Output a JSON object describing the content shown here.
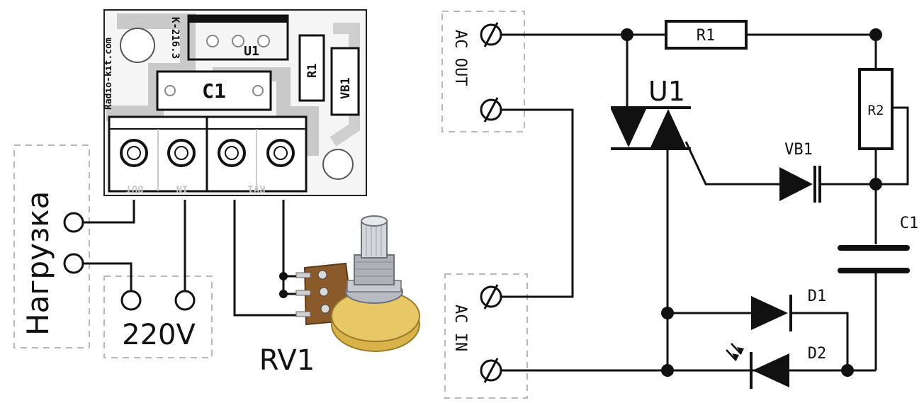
{
  "board": {
    "kit_id": "K-216.3",
    "site": "Radio-kit.com",
    "u1": "U1",
    "c1": "C1",
    "r1": "R1",
    "vb1": "VB1",
    "terminal_out": "OUT",
    "terminal_in": "IN",
    "terminal_rv1": "RV1"
  },
  "wiring": {
    "load_label": "Нагрузка",
    "mains_label": "220V",
    "pot_label": "RV1"
  },
  "schematic": {
    "ac_out": "AC OUT",
    "ac_in": "AC IN",
    "r1": "R1",
    "r2": "R2",
    "u1": "U1",
    "vb1": "VB1",
    "c1": "C1",
    "d1": "D1",
    "d2": "D2"
  },
  "colors": {
    "board_fill": "#f4f4f4",
    "board_trace": "#c8c8c8",
    "pot_brass": "#d9b24a",
    "pot_brown": "#8a5a2b",
    "pot_metal": "#b8bcc2"
  }
}
